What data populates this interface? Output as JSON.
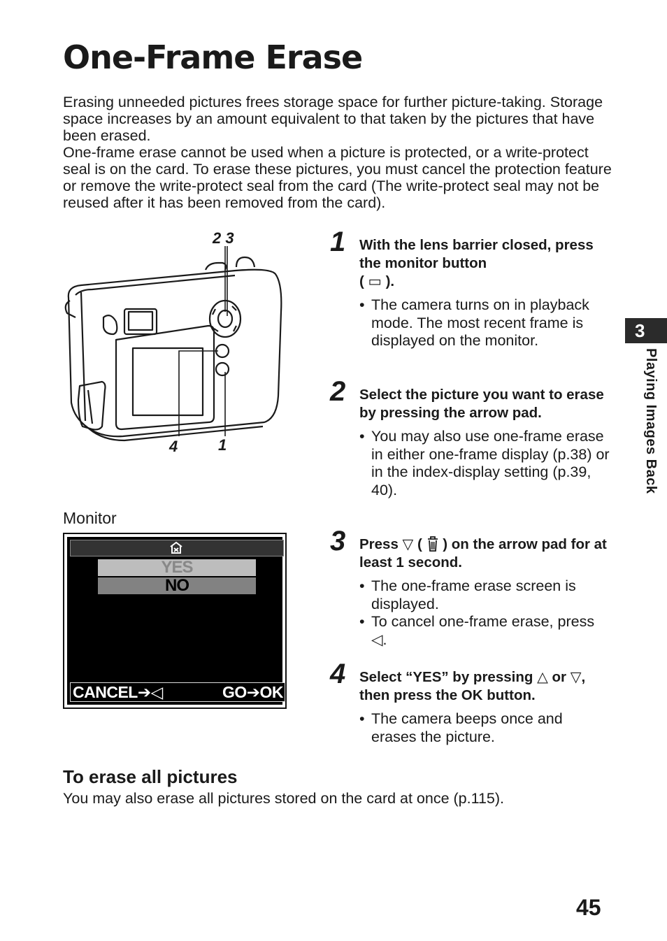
{
  "title": "One-Frame Erase",
  "intro": {
    "p1": "Erasing unneeded pictures frees storage space for further picture-taking. Storage space increases by an amount equivalent to that taken by the pictures that have been erased.",
    "p2": "One-frame erase cannot be used when a picture is protected, or a write-protect seal is on the card. To erase these pictures, you must cancel the protection feature or remove the write-protect seal from the card (The write-protect seal may not be reused after it has been removed from the card)."
  },
  "camera_callouts": {
    "top": "2  3",
    "bottom_left": "4",
    "bottom_right": "1"
  },
  "monitor": {
    "label": "Monitor",
    "yes": "YES",
    "no": "NO",
    "cancel": "CANCEL➔◁",
    "go": "GO➔OK"
  },
  "steps": [
    {
      "num": "1",
      "heading_a": "With the lens barrier closed, press the monitor button",
      "heading_b": "( ▭ ).",
      "bullets": [
        "The camera turns on in playback mode. The most recent frame is displayed on the monitor."
      ]
    },
    {
      "num": "2",
      "heading": "Select the picture you want to erase by pressing the arrow pad.",
      "bullets": [
        "You may also use one-frame erase in either one-frame display (p.38) or in the index-display setting (p.39, 40)."
      ]
    },
    {
      "num": "3",
      "heading_a": "Press ▽ (",
      "heading_b": ") on the arrow pad for at least 1 second.",
      "bullets": [
        "The one-frame erase screen is displayed.",
        "To cancel one-frame erase, press ◁."
      ]
    },
    {
      "num": "4",
      "heading": "Select “YES” by pressing △ or ▽, then press the OK button.",
      "bullets": [
        "The camera beeps once and erases the picture."
      ]
    }
  ],
  "sidebar": {
    "chapter": "3",
    "label": "Playing Images Back"
  },
  "erase_all": {
    "title": "To erase all pictures",
    "text": "You may also erase all pictures stored on the card at once (p.115)."
  },
  "page_number": "45",
  "icons": [
    "monitor-button-icon",
    "trash-icon",
    "erase-icon",
    "arrow-right-icon",
    "arrow-left-icon"
  ]
}
